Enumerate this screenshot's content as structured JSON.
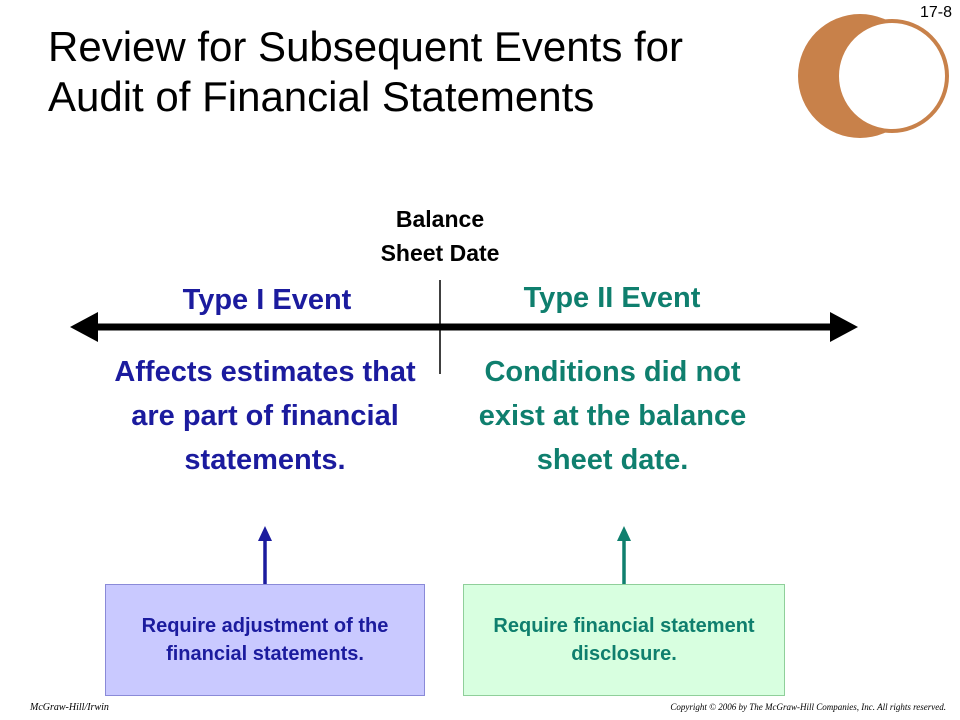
{
  "slide_number": "17-8",
  "title_lines": [
    "Review for Subsequent Events for",
    "Audit of Financial Statements"
  ],
  "balance_sheet": {
    "line1": "Balance",
    "line2": "Sheet Date"
  },
  "type1": {
    "label": "Type I Event",
    "description": "Affects estimates that are part of financial statements.",
    "box": "Require adjustment of the financial statements."
  },
  "type2": {
    "label": "Type II Event",
    "description": "Conditions did not exist at the balance sheet date.",
    "box": "Require financial statement disclosure."
  },
  "footer": {
    "left": "McGraw-Hill/Irwin",
    "right": "Copyright © 2006 by The McGraw-Hill Companies, Inc. All rights reserved."
  },
  "colors": {
    "type1": "#1b1b9e",
    "type2": "#0f7f6e",
    "circle_fill": "#c8814a",
    "circle_outline": "#c8814a",
    "box1_bg": "#c9c9ff",
    "box2_bg": "#d8ffe0"
  }
}
